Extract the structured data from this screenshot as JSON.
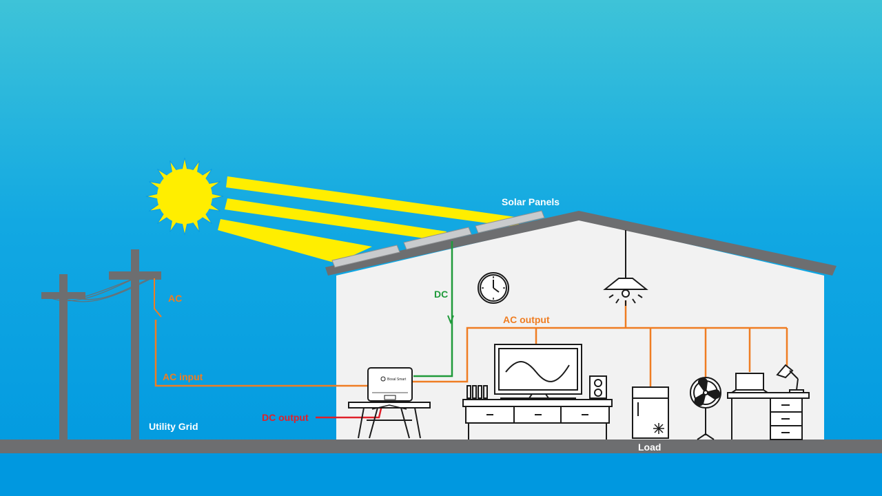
{
  "labels": {
    "solar_panels": "Solar Panels",
    "dc": "DC",
    "ac": "AC",
    "ac_output": "AC output",
    "ac_input": "AC input",
    "dc_output": "DC output",
    "utility_grid": "Utility Grid",
    "load": "Load"
  },
  "device": {
    "brand": "Bosal Smart"
  },
  "colors": {
    "sky_top": "#3ec3d8",
    "sky_bottom": "#0098e0",
    "ground": "#6d6e70",
    "house_wall": "#f2f2f2",
    "roof": "#6d6e70",
    "sun": "#ffee00",
    "ac_wire": "#ef7d22",
    "dc_wire": "#1f9a3a",
    "dc_output_wire": "#e0202a"
  }
}
